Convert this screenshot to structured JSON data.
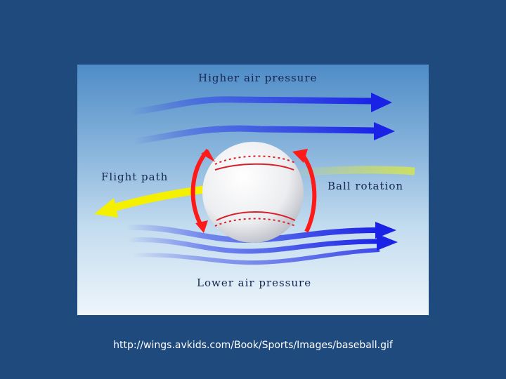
{
  "diagram": {
    "labels": {
      "higher_pressure": "Higher air pressure",
      "flight_path": "Flight path",
      "ball_rotation": "Ball rotation",
      "lower_pressure": "Lower air pressure"
    },
    "colors": {
      "background": "#1f4a7e",
      "airflow": "#2430e0",
      "flight_path": "#f2f000",
      "rotation": "#ff1a1a",
      "seam": "#d8202a",
      "label_text": "#15254f"
    },
    "icons": [
      "airflow-arrow-icon",
      "flight-path-arrow-icon",
      "rotation-arrow-icon",
      "baseball-icon"
    ]
  },
  "caption": "http://wings.avkids.com/Book/Sports/Images/baseball.gif"
}
